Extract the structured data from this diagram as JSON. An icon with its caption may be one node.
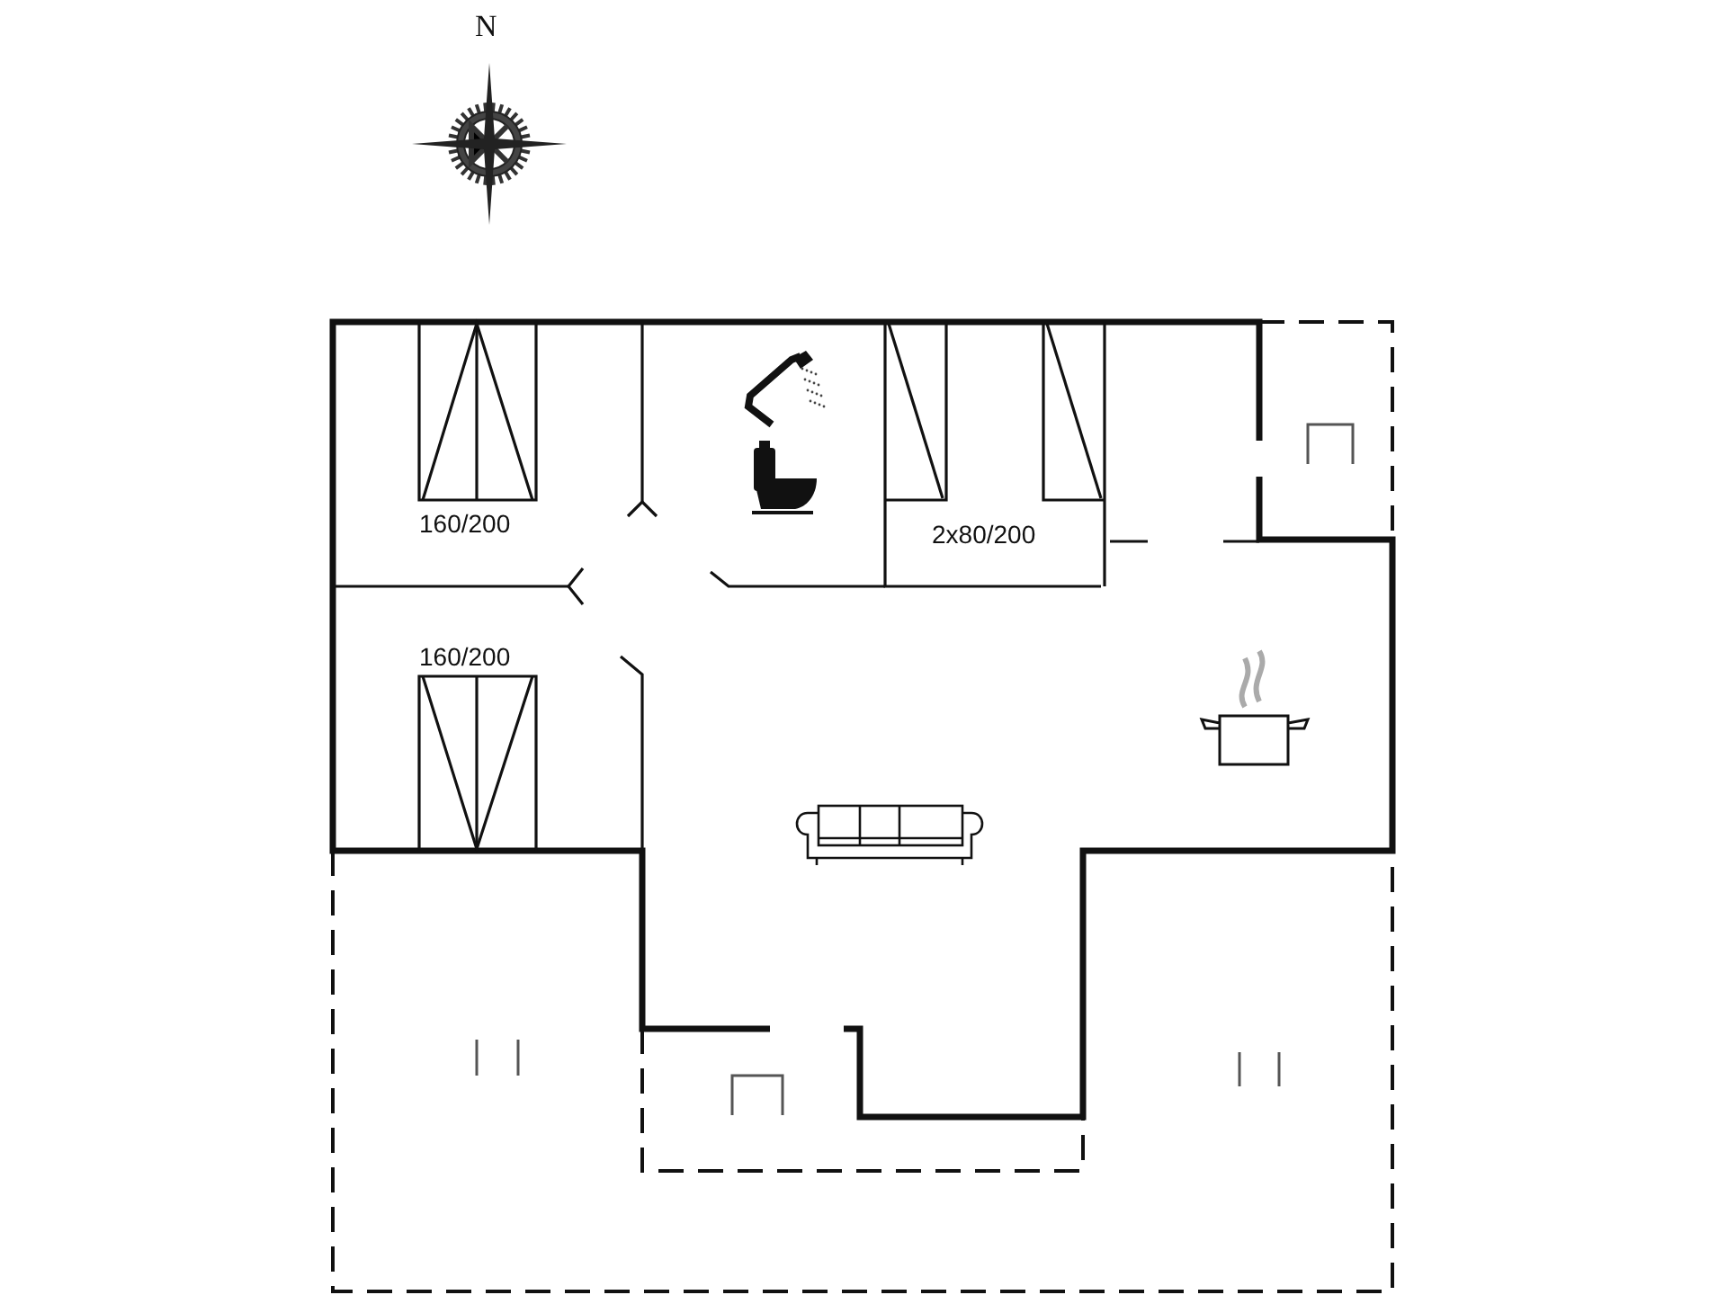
{
  "diagram": {
    "labels": [
      "N",
      "160/200",
      "2x80/200",
      "160/200"
    ]
  }
}
